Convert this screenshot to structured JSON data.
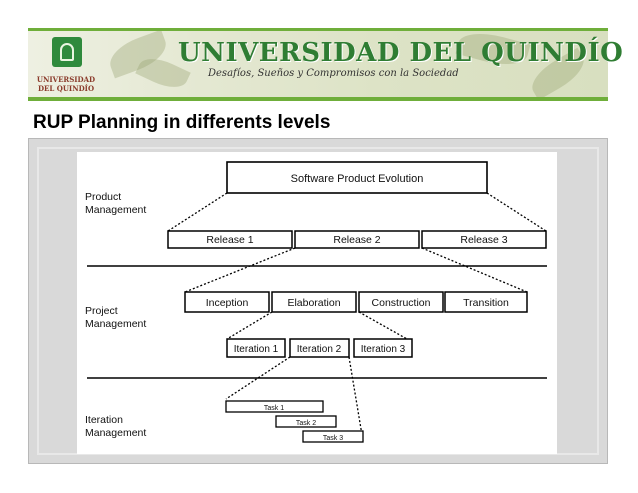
{
  "banner": {
    "university_name": "UNIVERSIDAD DEL QUINDÍO",
    "motto": "Desafíos, Sueños y Compromisos con la Sociedad",
    "logo_line1": "UNIVERSIDAD",
    "logo_line2": "DEL QUINDÍO",
    "brand_color": "#2f7d33",
    "accent_bar_color": "#6fae3a"
  },
  "slide": {
    "title": "RUP Planning in differents levels"
  },
  "diagram": {
    "levels": {
      "product": [
        "Product",
        "Management"
      ],
      "project": [
        "Project",
        "Management"
      ],
      "iteration": [
        "Iteration",
        "Management"
      ]
    },
    "top": "Software Product Evolution",
    "releases": [
      "Release 1",
      "Release 2",
      "Release 3"
    ],
    "phases": [
      "Inception",
      "Elaboration",
      "Construction",
      "Transition"
    ],
    "iterations": [
      "Iteration 1",
      "Iteration 2",
      "Iteration 3"
    ],
    "tasks": [
      "Task 1",
      "Task 2",
      "Task 3"
    ]
  }
}
